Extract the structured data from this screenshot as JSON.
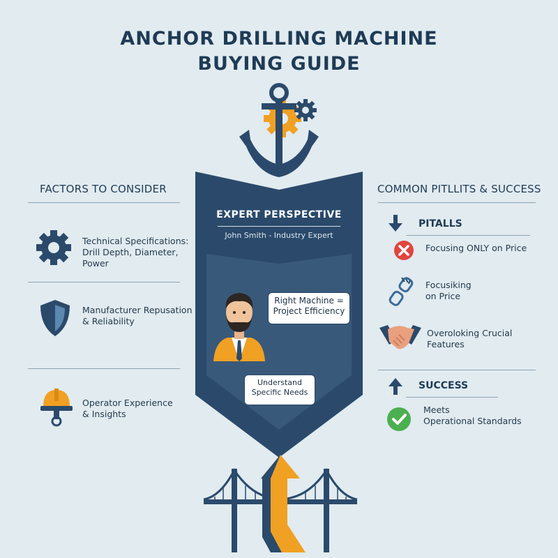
{
  "title": {
    "line1": "ANCHOR DRILLING MACHINE",
    "line2": "BUYING GUIDE"
  },
  "left": {
    "heading": "FACTORS TO CONSIDER",
    "items": [
      {
        "icon": "gear-icon",
        "lines": [
          "Technical Specifications:",
          "Drill Depth, Diameter,",
          "Power"
        ]
      },
      {
        "icon": "shield-icon",
        "lines": [
          "Manufacturer Repusation",
          "& Reliability"
        ]
      },
      {
        "icon": "hard-hat-icon",
        "lines": [
          "Operator Experience",
          "& Insights"
        ]
      }
    ]
  },
  "center": {
    "heading": "EXPERT PERSPECTIVE",
    "subtitle": "John Smith - Industry Expert",
    "bubble1": [
      "Right Machine =",
      "Project Efficiency"
    ],
    "bubble2": [
      "Understand",
      "Specific Needs"
    ]
  },
  "right": {
    "heading": "COMMON PITLLITS & SUCCESS",
    "pitfalls_heading": "PITALLS",
    "pitfalls": [
      {
        "icon": "x-circle-icon",
        "lines": [
          "Focusing ONLY on Price"
        ]
      },
      {
        "icon": "broken-chain-icon",
        "lines": [
          "Focusiking",
          "on Price"
        ]
      },
      {
        "icon": "handshake-icon",
        "lines": [
          "Overoloking Crucial",
          "Features"
        ]
      }
    ],
    "success_heading": "SUCCESS",
    "success": [
      {
        "icon": "check-circle-icon",
        "lines": [
          "Meets",
          "Operational Standards"
        ]
      }
    ]
  },
  "colors": {
    "navy": "#2b4a6b",
    "orange": "#f0a023",
    "bg": "#e1ebf0"
  }
}
